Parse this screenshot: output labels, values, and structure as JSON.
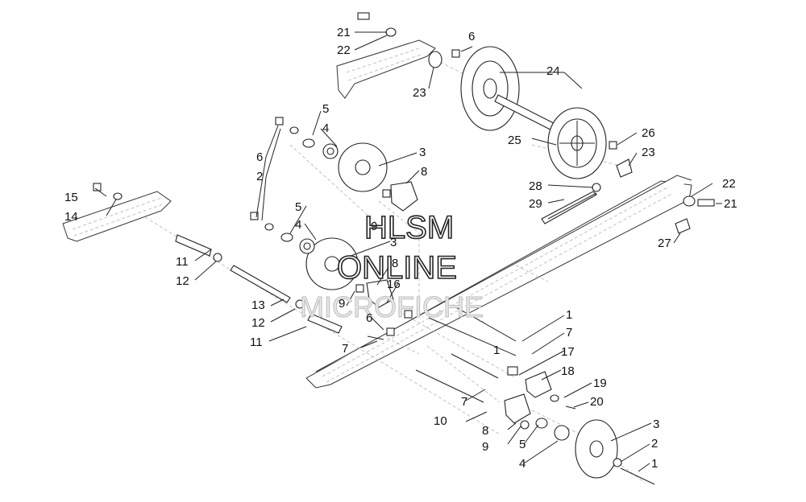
{
  "watermark": {
    "line1": "HLSM",
    "line2": "ONLINE",
    "line3": "MICROFICHE"
  },
  "callouts": [
    {
      "id": "c21a",
      "num": "21"
    },
    {
      "id": "c22a",
      "num": "22"
    },
    {
      "id": "c23a",
      "num": "23"
    },
    {
      "id": "c6a",
      "num": "6"
    },
    {
      "id": "c24",
      "num": "24"
    },
    {
      "id": "c25",
      "num": "25"
    },
    {
      "id": "c26",
      "num": "26"
    },
    {
      "id": "c23b",
      "num": "23"
    },
    {
      "id": "c28",
      "num": "28"
    },
    {
      "id": "c29",
      "num": "29"
    },
    {
      "id": "c22b",
      "num": "22"
    },
    {
      "id": "c21b",
      "num": "21"
    },
    {
      "id": "c27",
      "num": "27"
    },
    {
      "id": "c5a",
      "num": "5"
    },
    {
      "id": "c4a",
      "num": "4"
    },
    {
      "id": "c6b",
      "num": "6"
    },
    {
      "id": "c2a",
      "num": "2"
    },
    {
      "id": "c3a",
      "num": "3"
    },
    {
      "id": "c8a",
      "num": "8"
    },
    {
      "id": "c9a",
      "num": "9"
    },
    {
      "id": "c15",
      "num": "15"
    },
    {
      "id": "c14",
      "num": "14"
    },
    {
      "id": "c5b",
      "num": "5"
    },
    {
      "id": "c4b",
      "num": "4"
    },
    {
      "id": "c3b",
      "num": "3"
    },
    {
      "id": "c8b",
      "num": "8"
    },
    {
      "id": "c16",
      "num": "16"
    },
    {
      "id": "c11a",
      "num": "11"
    },
    {
      "id": "c12a",
      "num": "12"
    },
    {
      "id": "c9b",
      "num": "9"
    },
    {
      "id": "c13",
      "num": "13"
    },
    {
      "id": "c12b",
      "num": "12"
    },
    {
      "id": "c11b",
      "num": "11"
    },
    {
      "id": "c6c",
      "num": "6"
    },
    {
      "id": "c7a",
      "num": "7"
    },
    {
      "id": "c1a",
      "num": "1"
    },
    {
      "id": "c7b",
      "num": "7"
    },
    {
      "id": "c1b",
      "num": "1"
    },
    {
      "id": "c17",
      "num": "17"
    },
    {
      "id": "c18",
      "num": "18"
    },
    {
      "id": "c19",
      "num": "19"
    },
    {
      "id": "c20",
      "num": "20"
    },
    {
      "id": "c7c",
      "num": "7"
    },
    {
      "id": "c10",
      "num": "10"
    },
    {
      "id": "c8c",
      "num": "8"
    },
    {
      "id": "c9c",
      "num": "9"
    },
    {
      "id": "c5c",
      "num": "5"
    },
    {
      "id": "c4c",
      "num": "4"
    },
    {
      "id": "c3c",
      "num": "3"
    },
    {
      "id": "c2b",
      "num": "2"
    },
    {
      "id": "c1c",
      "num": "1"
    }
  ]
}
